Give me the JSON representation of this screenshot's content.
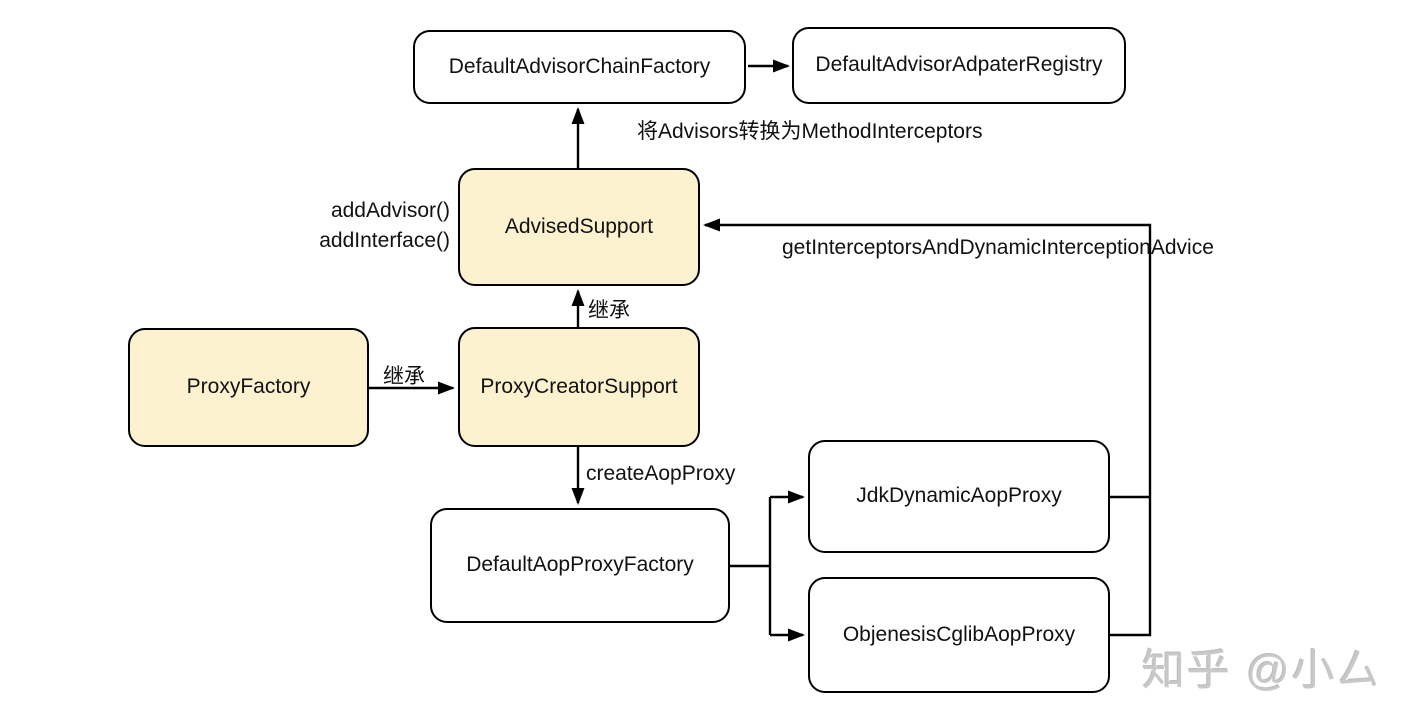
{
  "nodes": {
    "default_advisor_chain_factory": {
      "label": "DefaultAdvisorChainFactory",
      "highlighted": false
    },
    "default_advisor_adpater_registry": {
      "label": "DefaultAdvisorAdpaterRegistry",
      "highlighted": false
    },
    "advised_support": {
      "label": "AdvisedSupport",
      "highlighted": true
    },
    "proxy_factory": {
      "label": "ProxyFactory",
      "highlighted": true
    },
    "proxy_creator_support": {
      "label": "ProxyCreatorSupport",
      "highlighted": true
    },
    "default_aop_proxy_factory": {
      "label": "DefaultAopProxyFactory",
      "highlighted": false
    },
    "jdk_dynamic_aop_proxy": {
      "label": "JdkDynamicAopProxy",
      "highlighted": false
    },
    "objenesis_cglib_aop_proxy": {
      "label": "ObjenesisCglibAopProxy",
      "highlighted": false
    }
  },
  "edge_labels": {
    "convert_advisors": "将Advisors转换为MethodInterceptors",
    "add_advisor": "addAdvisor()",
    "add_interface": "addInterface()",
    "get_interceptors": "getInterceptorsAndDynamicInterceptionAdvice",
    "inherit_vertical": "继承",
    "inherit_horizontal": "继承",
    "create_aop_proxy": "createAopProxy"
  },
  "watermark": "知乎 @小厶",
  "colors": {
    "highlight_fill": "#fcf2cf",
    "node_fill": "#ffffff",
    "stroke": "#000000",
    "watermark_color": "#c8c8c8"
  }
}
